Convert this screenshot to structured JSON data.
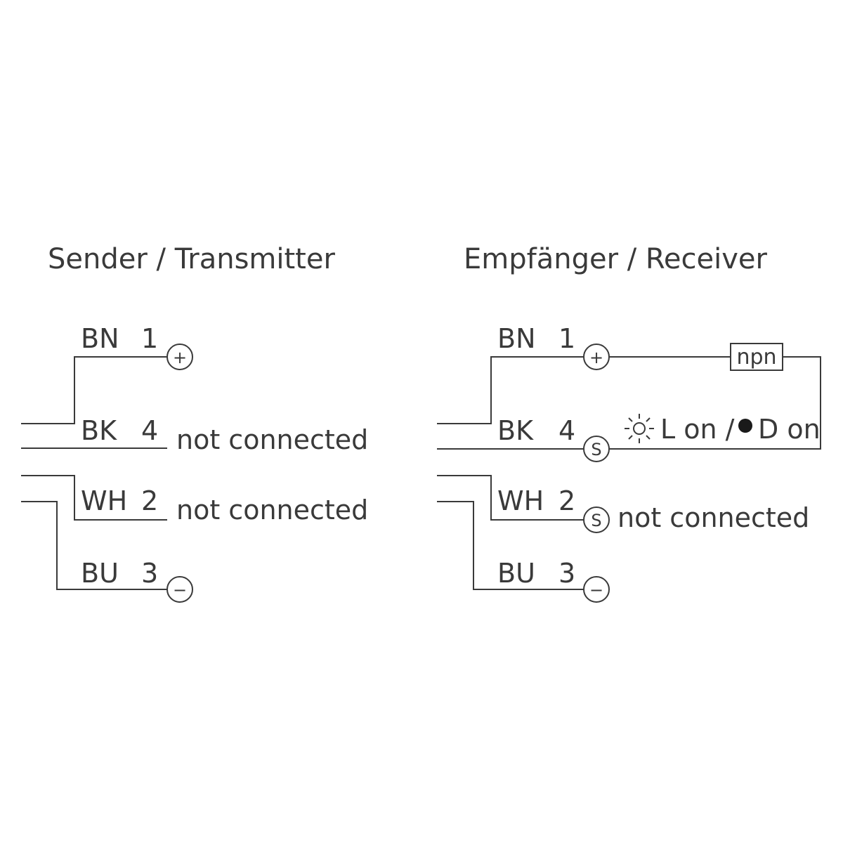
{
  "transmitter": {
    "title": "Sender / Transmitter",
    "pins": [
      {
        "color": "BN",
        "number": "1",
        "terminal": "+"
      },
      {
        "color": "BK",
        "number": "4",
        "note": "not connected"
      },
      {
        "color": "WH",
        "number": "2",
        "note": "not connected"
      },
      {
        "color": "BU",
        "number": "3",
        "terminal": "−"
      }
    ]
  },
  "receiver": {
    "title": "Empfänger / Receiver",
    "pins": [
      {
        "color": "BN",
        "number": "1",
        "terminal": "+"
      },
      {
        "color": "BK",
        "number": "4",
        "terminal": "S"
      },
      {
        "color": "WH",
        "number": "2",
        "terminal": "S",
        "note": "not connected"
      },
      {
        "color": "BU",
        "number": "3",
        "terminal": "−"
      }
    ],
    "output_type": "npn",
    "mode_light": "L on /",
    "mode_dark": "D on"
  }
}
